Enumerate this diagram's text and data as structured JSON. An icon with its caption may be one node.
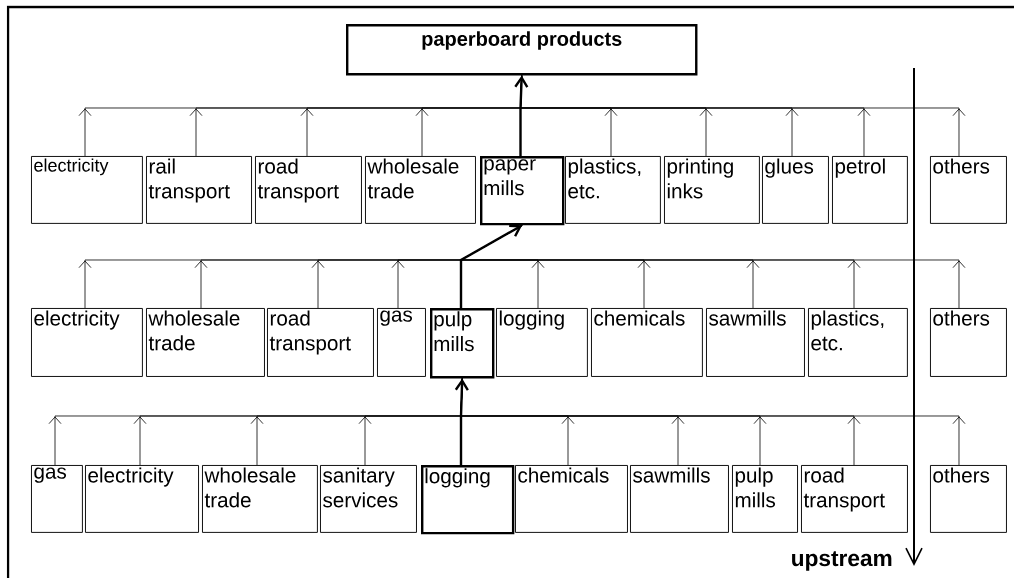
{
  "diagram": {
    "nodes": [
      {
        "text": [
          "paperboard products"
        ]
      },
      {
        "text": [
          "electricity"
        ]
      },
      {
        "text": [
          "rail transport"
        ]
      },
      {
        "text": [
          "road transport"
        ]
      },
      {
        "text": [
          "wholesale trade"
        ]
      },
      {
        "text": [
          "paper mills"
        ]
      },
      {
        "text": [
          "plastics, etc."
        ]
      },
      {
        "text": [
          "printing inks"
        ]
      },
      {
        "text": [
          "glues"
        ]
      },
      {
        "text": [
          "petrol"
        ]
      },
      {
        "text": [
          "others"
        ]
      },
      {
        "text": [
          "electricity"
        ]
      },
      {
        "text": [
          "wholesale trade"
        ]
      },
      {
        "text": [
          "road transport"
        ]
      },
      {
        "text": [
          "gas"
        ]
      },
      {
        "text": [
          "pulp mills"
        ]
      },
      {
        "text": [
          "logging"
        ]
      },
      {
        "text": [
          "chemicals"
        ]
      },
      {
        "text": [
          "sawmills"
        ]
      },
      {
        "text": [
          "plastics, etc."
        ]
      },
      {
        "text": [
          "others"
        ]
      },
      {
        "text": [
          "gas"
        ]
      },
      {
        "text": [
          "electricity"
        ]
      },
      {
        "text": [
          "wholesale trade"
        ]
      },
      {
        "text": [
          "sanitary services"
        ]
      },
      {
        "text": [
          "logging"
        ]
      },
      {
        "text": [
          "chemicals"
        ]
      },
      {
        "text": [
          "sawmills"
        ]
      },
      {
        "text": [
          "pulp mills"
        ]
      },
      {
        "text": [
          "road transport"
        ]
      },
      {
        "text": [
          "others"
        ]
      }
    ],
    "edges": [
      {
        "from": 1,
        "to": 0,
        "arrow": "to"
      },
      {
        "from": 2,
        "to": 0,
        "arrow": "to"
      },
      {
        "from": 3,
        "to": 0,
        "arrow": "to"
      },
      {
        "from": 4,
        "to": 0,
        "arrow": "to"
      },
      {
        "from": 5,
        "to": 0,
        "arrow": "to",
        "style": "thick"
      },
      {
        "from": 6,
        "to": 0,
        "arrow": "to"
      },
      {
        "from": 7,
        "to": 0,
        "arrow": "to"
      },
      {
        "from": 8,
        "to": 0,
        "arrow": "to"
      },
      {
        "from": 9,
        "to": 0,
        "arrow": "to"
      },
      {
        "from": 10,
        "to": 0,
        "arrow": "to"
      },
      {
        "from": 11,
        "to": 5,
        "arrow": "to"
      },
      {
        "from": 12,
        "to": 5,
        "arrow": "to"
      },
      {
        "from": 13,
        "to": 5,
        "arrow": "to"
      },
      {
        "from": 14,
        "to": 5,
        "arrow": "to"
      },
      {
        "from": 15,
        "to": 5,
        "arrow": "to",
        "style": "thick"
      },
      {
        "from": 16,
        "to": 5,
        "arrow": "to"
      },
      {
        "from": 17,
        "to": 5,
        "arrow": "to"
      },
      {
        "from": 18,
        "to": 5,
        "arrow": "to"
      },
      {
        "from": 19,
        "to": 5,
        "arrow": "to"
      },
      {
        "from": 20,
        "to": 5,
        "arrow": "to"
      },
      {
        "from": 21,
        "to": 15,
        "arrow": "to"
      },
      {
        "from": 22,
        "to": 15,
        "arrow": "to"
      },
      {
        "from": 23,
        "to": 15,
        "arrow": "to"
      },
      {
        "from": 24,
        "to": 15,
        "arrow": "to"
      },
      {
        "from": 25,
        "to": 15,
        "arrow": "to",
        "style": "thick"
      },
      {
        "from": 26,
        "to": 15,
        "arrow": "to"
      },
      {
        "from": 27,
        "to": 15,
        "arrow": "to"
      },
      {
        "from": 28,
        "to": 15,
        "arrow": "to"
      },
      {
        "from": 29,
        "to": 15,
        "arrow": "to"
      },
      {
        "from": 30,
        "to": 15,
        "arrow": "to"
      }
    ],
    "labels": [
      "upstream"
    ]
  }
}
